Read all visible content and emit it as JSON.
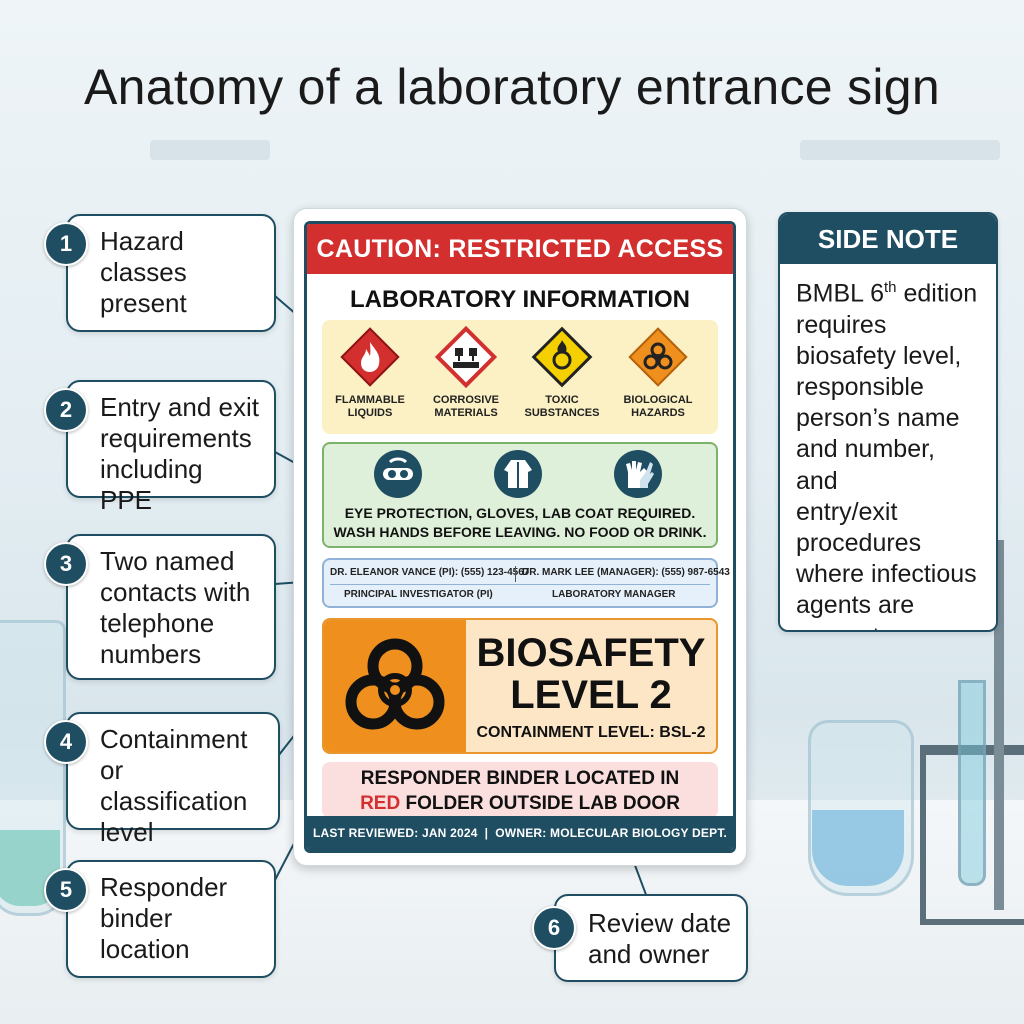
{
  "title": "Anatomy of a laboratory entrance sign",
  "callouts": [
    {
      "number": "1",
      "text_lines": [
        "Hazard",
        "classes",
        "present"
      ]
    },
    {
      "number": "2",
      "text_lines": [
        "Entry and exit",
        "requirements",
        "including PPE"
      ]
    },
    {
      "number": "3",
      "text_lines": [
        "Two named",
        "contacts with",
        "telephone",
        "numbers"
      ]
    },
    {
      "number": "4",
      "text_lines": [
        "Containment",
        "or classification",
        "level"
      ]
    },
    {
      "number": "5",
      "text_lines": [
        "Responder",
        "binder",
        "location"
      ]
    },
    {
      "number": "6",
      "text_lines": [
        "Review date",
        "and owner"
      ]
    }
  ],
  "sign": {
    "caution": "CAUTION: RESTRICTED ACCESS",
    "heading": "LABORATORY INFORMATION",
    "hazards": [
      {
        "icon": "flammable-icon",
        "label_lines": [
          "FLAMMABLE",
          "LIQUIDS"
        ],
        "color": "#d32f2f"
      },
      {
        "icon": "corrosive-icon",
        "label_lines": [
          "CORROSIVE",
          "MATERIALS"
        ],
        "color": "#d32f2f"
      },
      {
        "icon": "toxic-icon",
        "label_lines": [
          "TOXIC",
          "SUBSTANCES"
        ],
        "color": "#f5d000"
      },
      {
        "icon": "biohazard-icon",
        "label_lines": [
          "BIOLOGICAL",
          "HAZARDS"
        ],
        "color": "#ef8f1e"
      }
    ],
    "ppe": {
      "icons": [
        "goggles-icon",
        "lab-coat-icon",
        "gloves-icon"
      ],
      "text_lines": [
        "EYE PROTECTION, GLOVES, LAB COAT REQUIRED.",
        "WASH HANDS BEFORE LEAVING. NO FOOD OR DRINK."
      ]
    },
    "contacts": [
      {
        "line": "DR. ELEANOR VANCE (PI): (555) 123-4567",
        "role": "PRINCIPAL INVESTIGATOR (PI)"
      },
      {
        "line": "DR. MARK LEE (MANAGER): (555) 987-6543",
        "role": "LABORATORY MANAGER"
      }
    ],
    "biosafety": {
      "title_lines": [
        "BIOSAFETY",
        "LEVEL 2"
      ],
      "subtitle": "CONTAINMENT LEVEL: BSL-2"
    },
    "binder": {
      "line1": "RESPONDER BINDER LOCATED IN",
      "line2_red": "RED",
      "line2_rest": " FOLDER OUTSIDE LAB DOOR"
    },
    "footer": "LAST REVIEWED: JAN 2024  |  OWNER: MOLECULAR BIOLOGY DEPT."
  },
  "side_note": {
    "header": "SIDE NOTE",
    "line1_prefix": "BMBL 6",
    "line1_sup": "th",
    "line1_suffix": " edition",
    "lines": [
      "requires",
      "biosafety level,",
      "responsible",
      "person’s name",
      "and number, and",
      "entry/exit",
      "procedures",
      "where infectious",
      "agents are",
      "present."
    ]
  },
  "colors": {
    "accent": "#1f4e63",
    "caution_red": "#d32f2f",
    "bsl_orange": "#ef8f1e"
  }
}
